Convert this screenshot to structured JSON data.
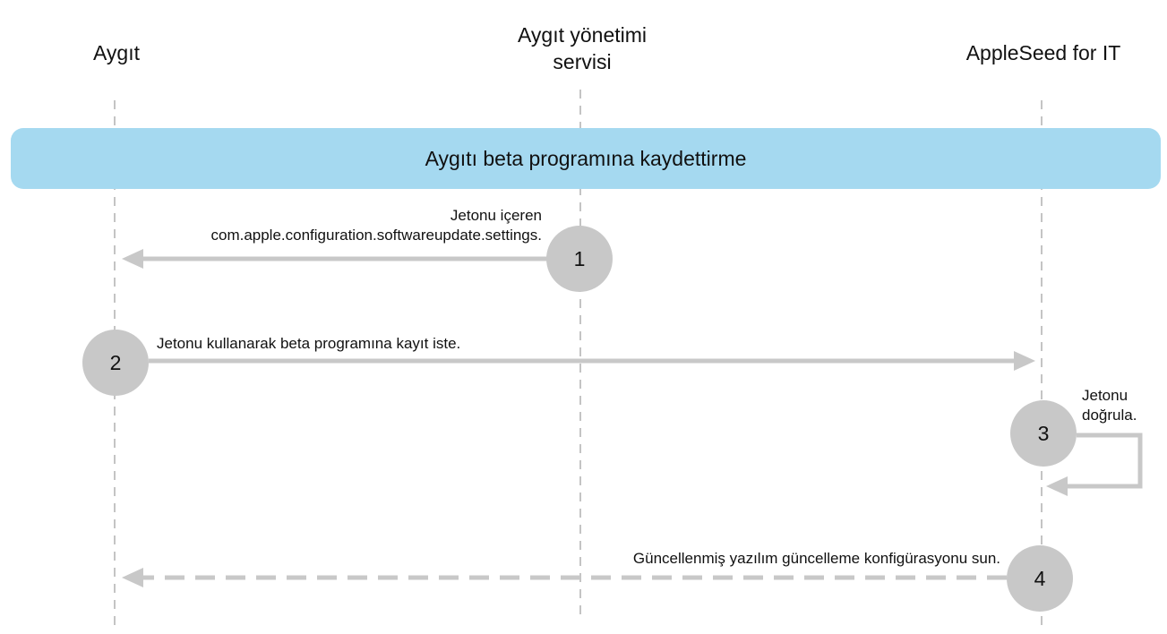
{
  "lanes": {
    "device": "Aygıt",
    "mdm_line1": "Aygıt yönetimi",
    "mdm_line2": "servisi",
    "appleseed": "AppleSeed for IT"
  },
  "banner": {
    "label": "Aygıtı beta programına kaydettirme",
    "color": "#a5d9f0"
  },
  "steps": [
    {
      "number": "1",
      "message_line1": "Jetonu içeren",
      "message_line2": "com.apple.configuration.softwareupdate.settings."
    },
    {
      "number": "2",
      "message": "Jetonu kullanarak beta programına kayıt iste."
    },
    {
      "number": "3",
      "message_line1": "Jetonu",
      "message_line2": "doğrula."
    },
    {
      "number": "4",
      "message": "Güncellenmiş yazılım güncelleme konfigürasyonu sun."
    }
  ],
  "colors": {
    "arrow": "#c8c8c8",
    "step_circle": "#c8c8c8",
    "lifeline": "#b0b0b0"
  }
}
